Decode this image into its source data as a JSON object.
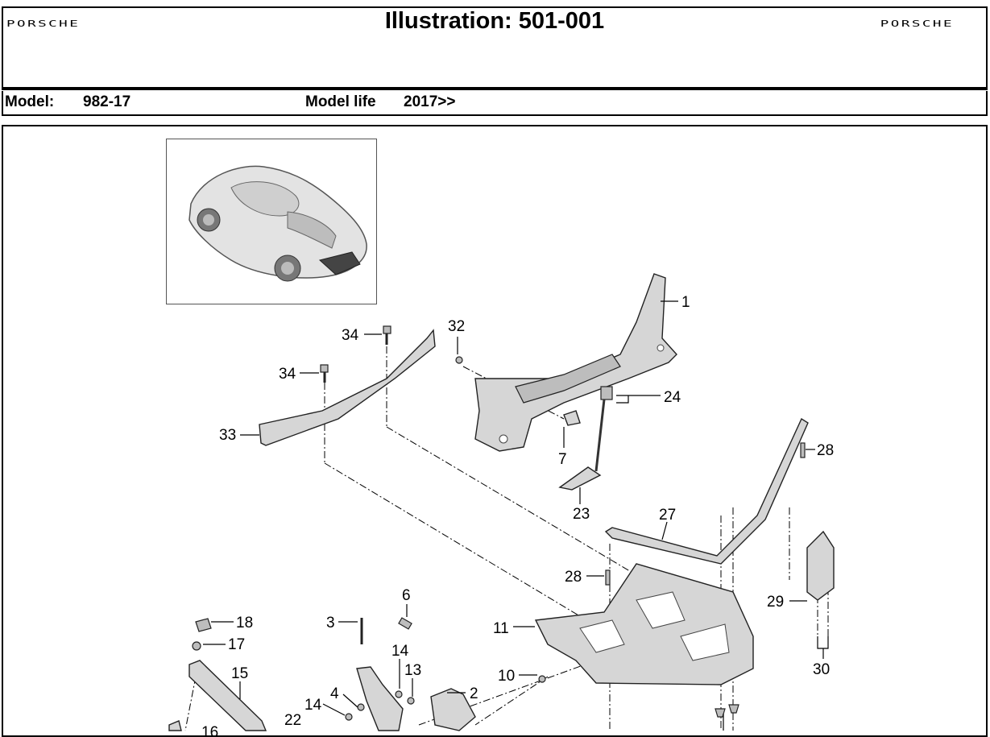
{
  "header": {
    "title": "Illustration: 501-001",
    "logo_left": "PORSCHE",
    "logo_right": "PORSCHE"
  },
  "model_row": {
    "model_label": "Model:",
    "model_value": "982-17",
    "life_label": "Model life",
    "life_value": "2017>>"
  },
  "callouts": {
    "c1": "1",
    "c32": "32",
    "c34a": "34",
    "c34b": "34",
    "c33": "33",
    "c24": "24",
    "c7": "7",
    "c23": "23",
    "c28a": "28",
    "c27": "27",
    "c28b": "28",
    "c29": "29",
    "c30": "30",
    "c11": "11",
    "c10": "10",
    "c6": "6",
    "c3": "3",
    "c14a": "14",
    "c13": "13",
    "c2": "2",
    "c4": "4",
    "c14b": "14",
    "c22": "22",
    "c18": "18",
    "c17": "17",
    "c15": "15",
    "c16": "16"
  }
}
